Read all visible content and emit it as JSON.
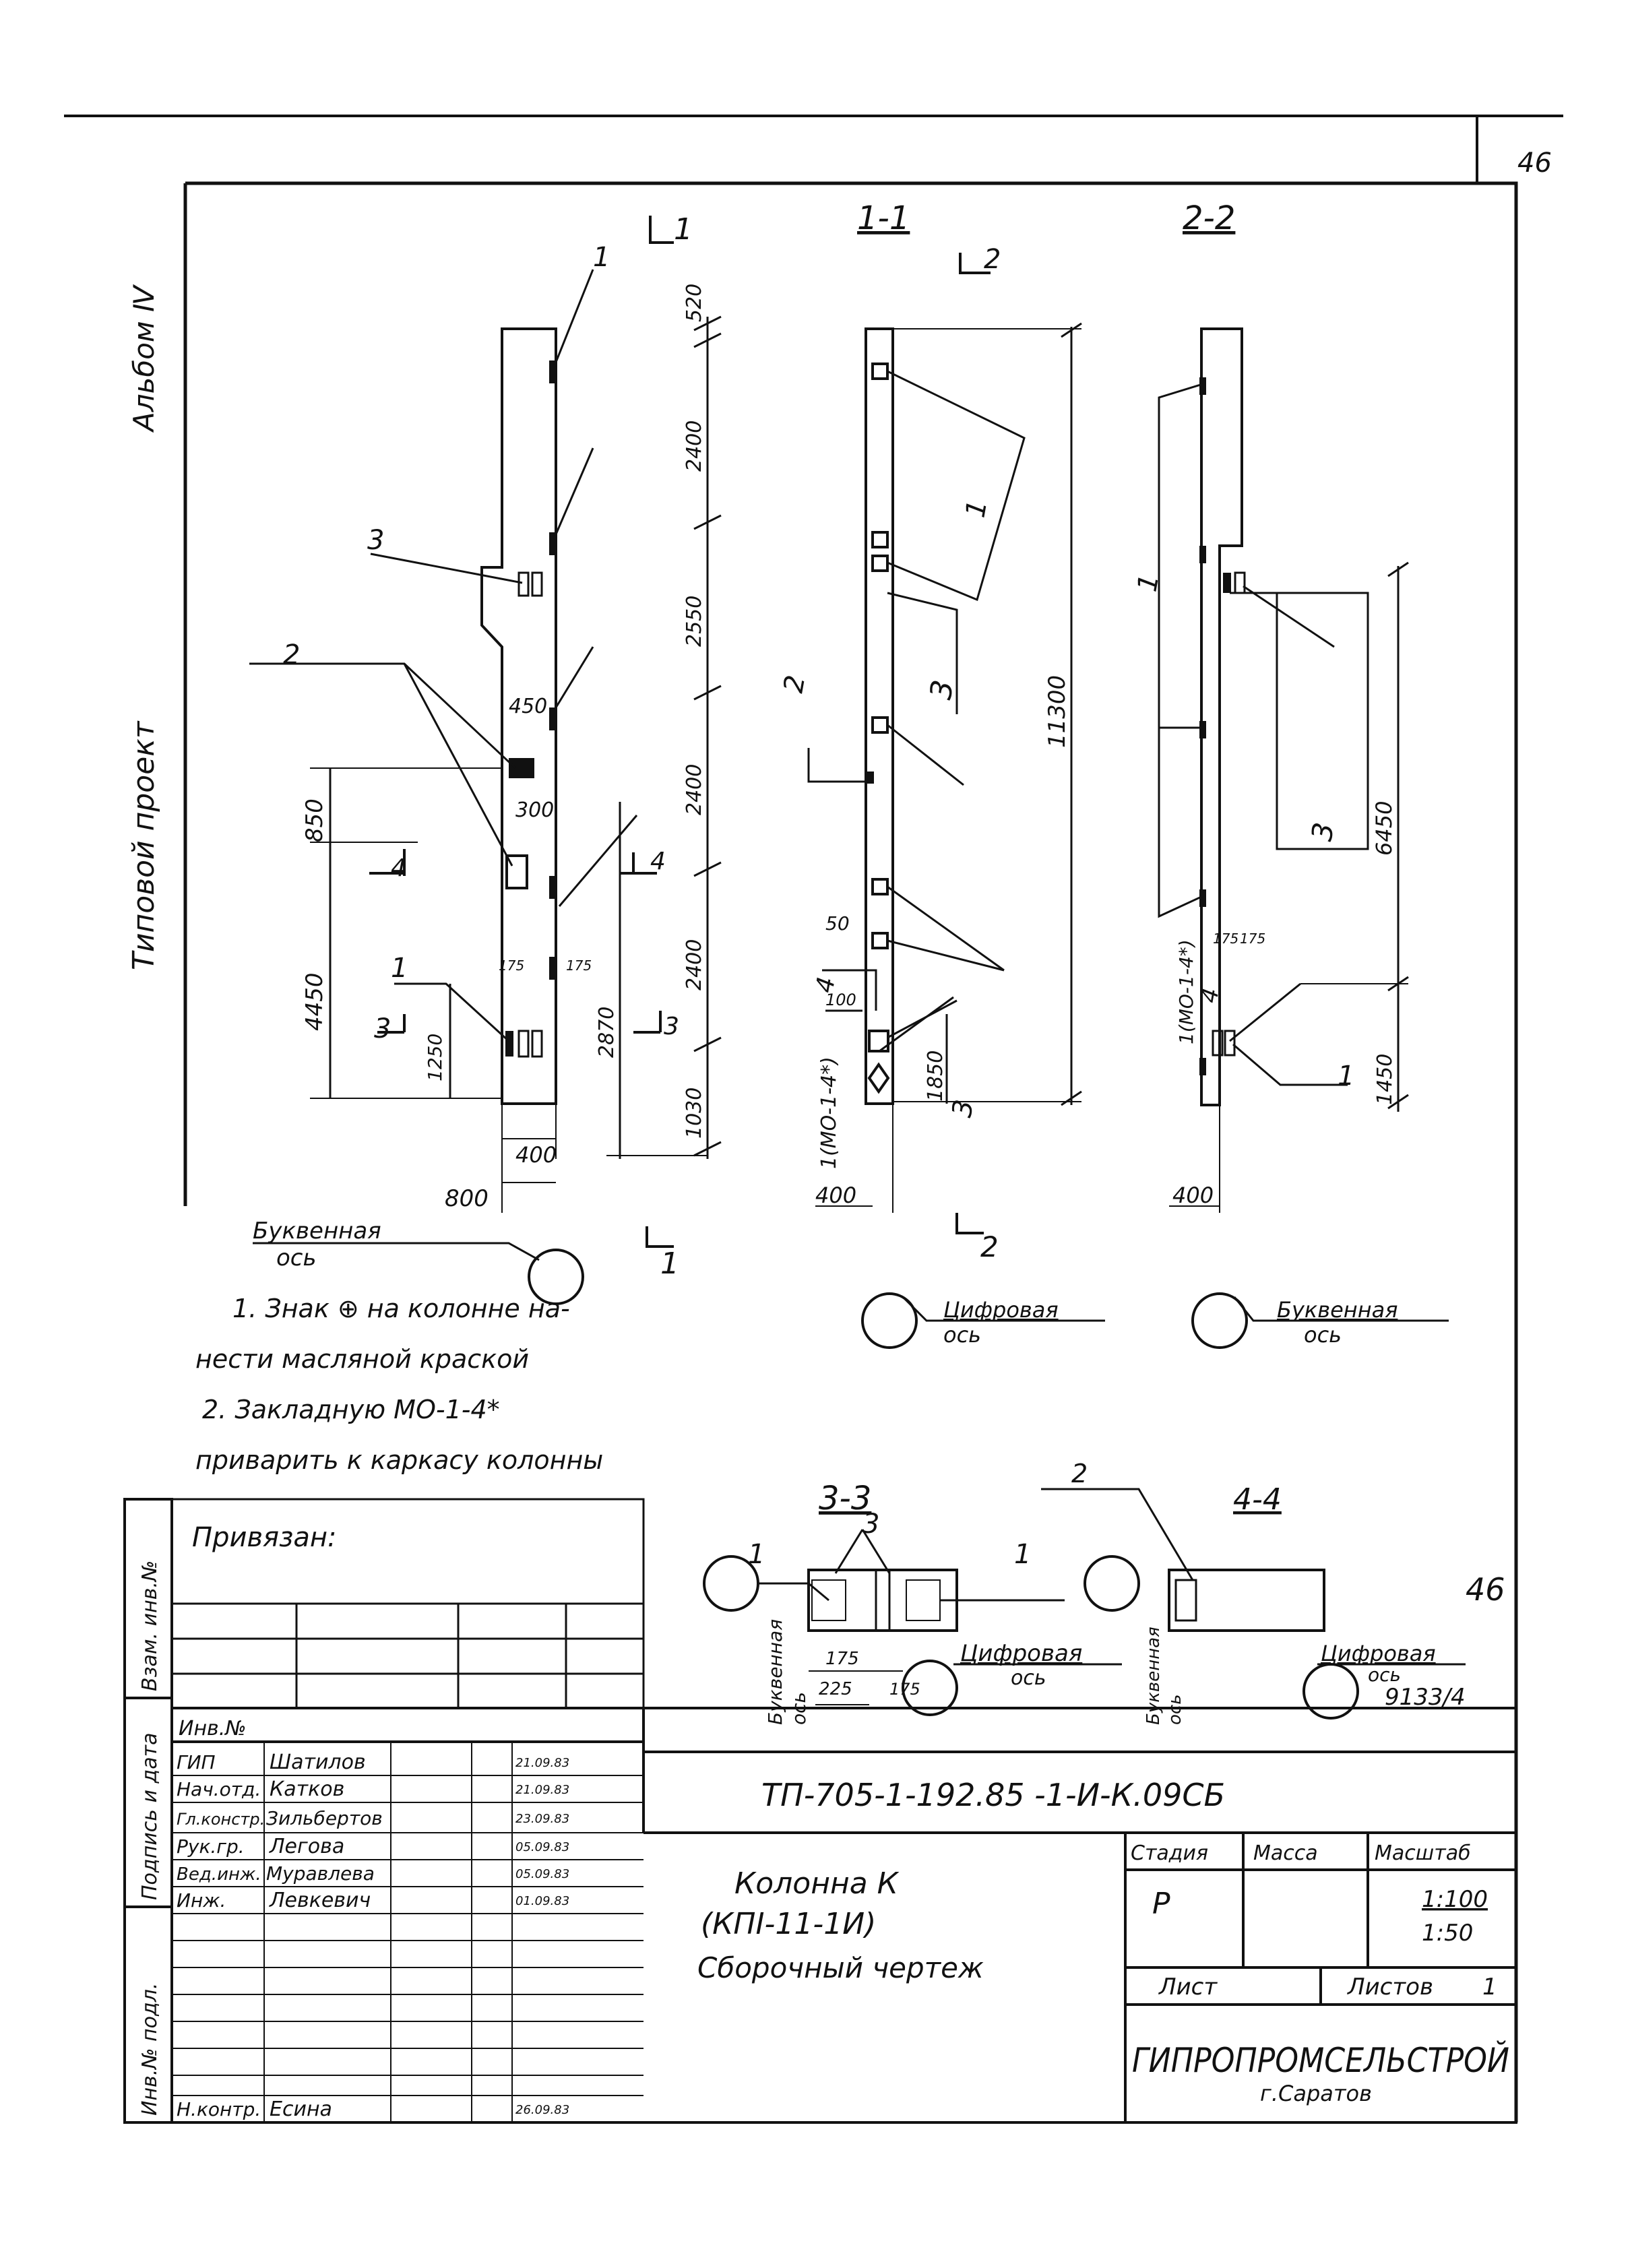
{
  "page_number": "46",
  "side_labels": {
    "album": "Альбом Ⅳ",
    "project_type": "Типовой проект"
  },
  "section_titles": {
    "s1": "1-1",
    "s2": "2-2",
    "s3": "3-3",
    "s4": "4-4"
  },
  "cut_markers": {
    "c1": "1",
    "c2": "2",
    "c3": "3",
    "c4": "4"
  },
  "main_view": {
    "right_dims": [
      "520",
      "2400",
      "2550",
      "2400",
      "2400",
      "1030",
      "2870"
    ],
    "left_dims": [
      "850",
      "4450",
      "1250"
    ],
    "mid_dims": [
      "450",
      "300",
      "175",
      "175"
    ],
    "bottom_dims": [
      "400",
      "800"
    ],
    "callouts": [
      "1",
      "1",
      "2",
      "3",
      "3"
    ],
    "axis_label": [
      "Буквенная",
      "ось"
    ]
  },
  "section_1_1": {
    "dims": [
      "11300",
      "1850",
      "50",
      "100",
      "400"
    ],
    "callouts": [
      "1",
      "2",
      "3",
      "3",
      "4"
    ],
    "embedded_label": "1(МО-1-4*)",
    "axis_label": [
      "Цифровая",
      "ось"
    ]
  },
  "section_2_2": {
    "dims": [
      "6450",
      "1450",
      "175",
      "175",
      "400"
    ],
    "callouts": [
      "1",
      "1",
      "3",
      "4"
    ],
    "embedded_label": "1(МО-1-4*)",
    "axis_label": [
      "Буквенная",
      "ось"
    ]
  },
  "section_3_3": {
    "dims": [
      "175",
      "225",
      "175"
    ],
    "callouts": [
      "1",
      "1",
      "3"
    ],
    "axis_left": [
      "Буквенная",
      "ось"
    ],
    "axis_right": [
      "Цифровая",
      "ось"
    ]
  },
  "section_4_4": {
    "callouts": [
      "2"
    ],
    "axis_left": [
      "Буквенная",
      "ось"
    ],
    "axis_right": [
      "Цифровая",
      "ось"
    ]
  },
  "notes": [
    "1. Знак ⊕ на колонне на-",
    "нести масляной краской",
    "2. Закладную МО-1-4*",
    "приварить к каркасу колонны"
  ],
  "handwritten_marks": {
    "sheet_number": "46",
    "archive_number": "9133/4"
  },
  "left_strip": [
    "Взам. инв.№",
    "Подпись и дата",
    "Инв.№ подл."
  ],
  "binding": {
    "label": "Привязан:"
  },
  "title_block": {
    "document_code": "ТП-705-1-192.85  -1-И-К.09СБ",
    "inv_label": "Инв.№",
    "signatures": [
      {
        "role": "ГИП",
        "name": "Шатилов",
        "date": "21.09.83"
      },
      {
        "role": "Нач.отд.",
        "name": "Катков",
        "date": "21.09.83"
      },
      {
        "role": "Гл.констр.",
        "name": "Зильбертов",
        "date": "23.09.83"
      },
      {
        "role": "Рук.гр.",
        "name": "Легова",
        "date": "05.09.83"
      },
      {
        "role": "Вед.инж.",
        "name": "Муравлева",
        "date": "05.09.83"
      },
      {
        "role": "Инж.",
        "name": "Левкевич",
        "date": "01.09.83"
      },
      {
        "role": "Н.контр.",
        "name": "Есина",
        "date": "26.09.83"
      }
    ],
    "drawing_title": [
      "Колонна К",
      "(КПI-11-1И)",
      "Сборочный чертеж"
    ],
    "stage_header": "Стадия",
    "mass_header": "Масса",
    "scale_header": "Масштаб",
    "stage": "Р",
    "scales": [
      "1:100",
      "1:50"
    ],
    "sheet_label": "Лист",
    "sheets_label": "Листов",
    "sheets_total": "1",
    "organization": "ГИПРОПРОМСЕЛЬСТРОЙ",
    "city": "г.Саратов"
  }
}
